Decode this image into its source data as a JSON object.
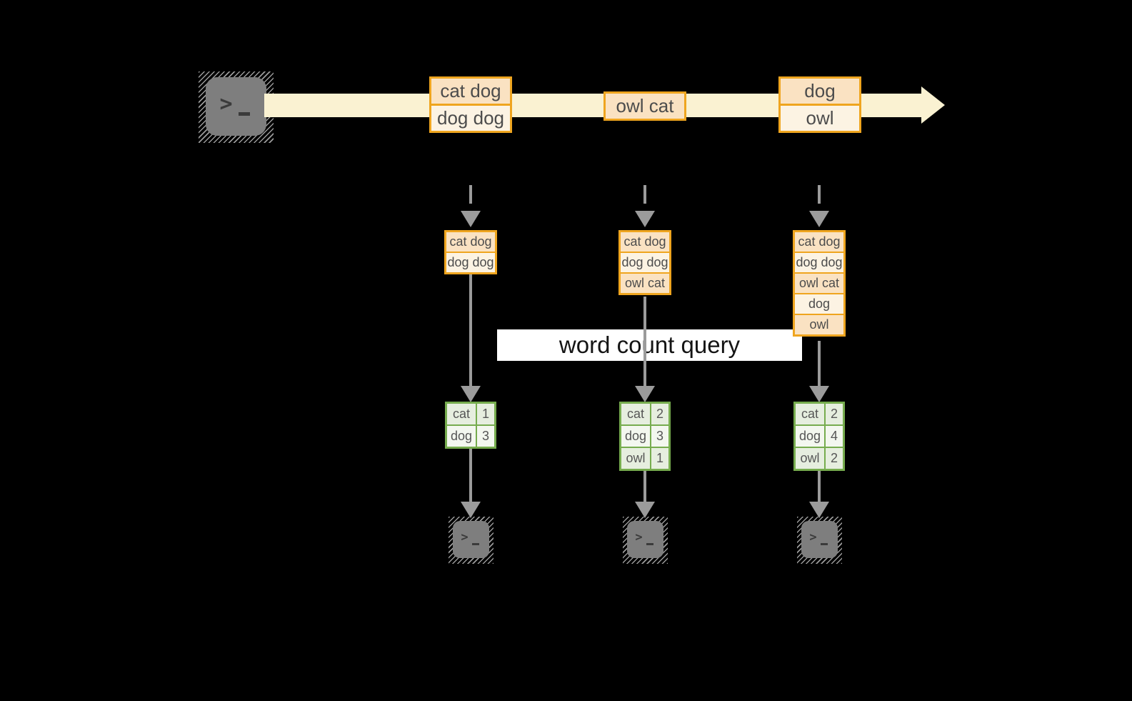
{
  "query_label": "word count query",
  "terminal_glyph": ">",
  "colors": {
    "background": "#000000",
    "stream_cream": "#faf2d2",
    "event_border_gold": "#efa51f",
    "event_fill_dark": "#fae2c2",
    "event_fill_light": "#fcf3e3",
    "count_border_green": "#76ac4e",
    "count_fill_dark": "#e6eedf",
    "count_fill_light": "#f3f7ef",
    "arrow_gray": "#9b9b9b",
    "terminal_gray": "#7e7e7e"
  },
  "stream": {
    "events": [
      {
        "rows": [
          "cat dog",
          "dog dog"
        ]
      },
      {
        "rows": [
          "owl cat"
        ]
      },
      {
        "rows": [
          "dog",
          "owl"
        ]
      }
    ]
  },
  "columns": [
    {
      "state": [
        "cat dog",
        "dog dog"
      ],
      "counts": [
        {
          "word": "cat",
          "count": "1"
        },
        {
          "word": "dog",
          "count": "3"
        }
      ]
    },
    {
      "state": [
        "cat dog",
        "dog dog",
        "owl cat"
      ],
      "counts": [
        {
          "word": "cat",
          "count": "2"
        },
        {
          "word": "dog",
          "count": "3"
        },
        {
          "word": "owl",
          "count": "1"
        }
      ]
    },
    {
      "state": [
        "cat dog",
        "dog dog",
        "owl cat",
        "dog",
        "owl"
      ],
      "counts": [
        {
          "word": "cat",
          "count": "2"
        },
        {
          "word": "dog",
          "count": "4"
        },
        {
          "word": "owl",
          "count": "2"
        }
      ]
    }
  ]
}
